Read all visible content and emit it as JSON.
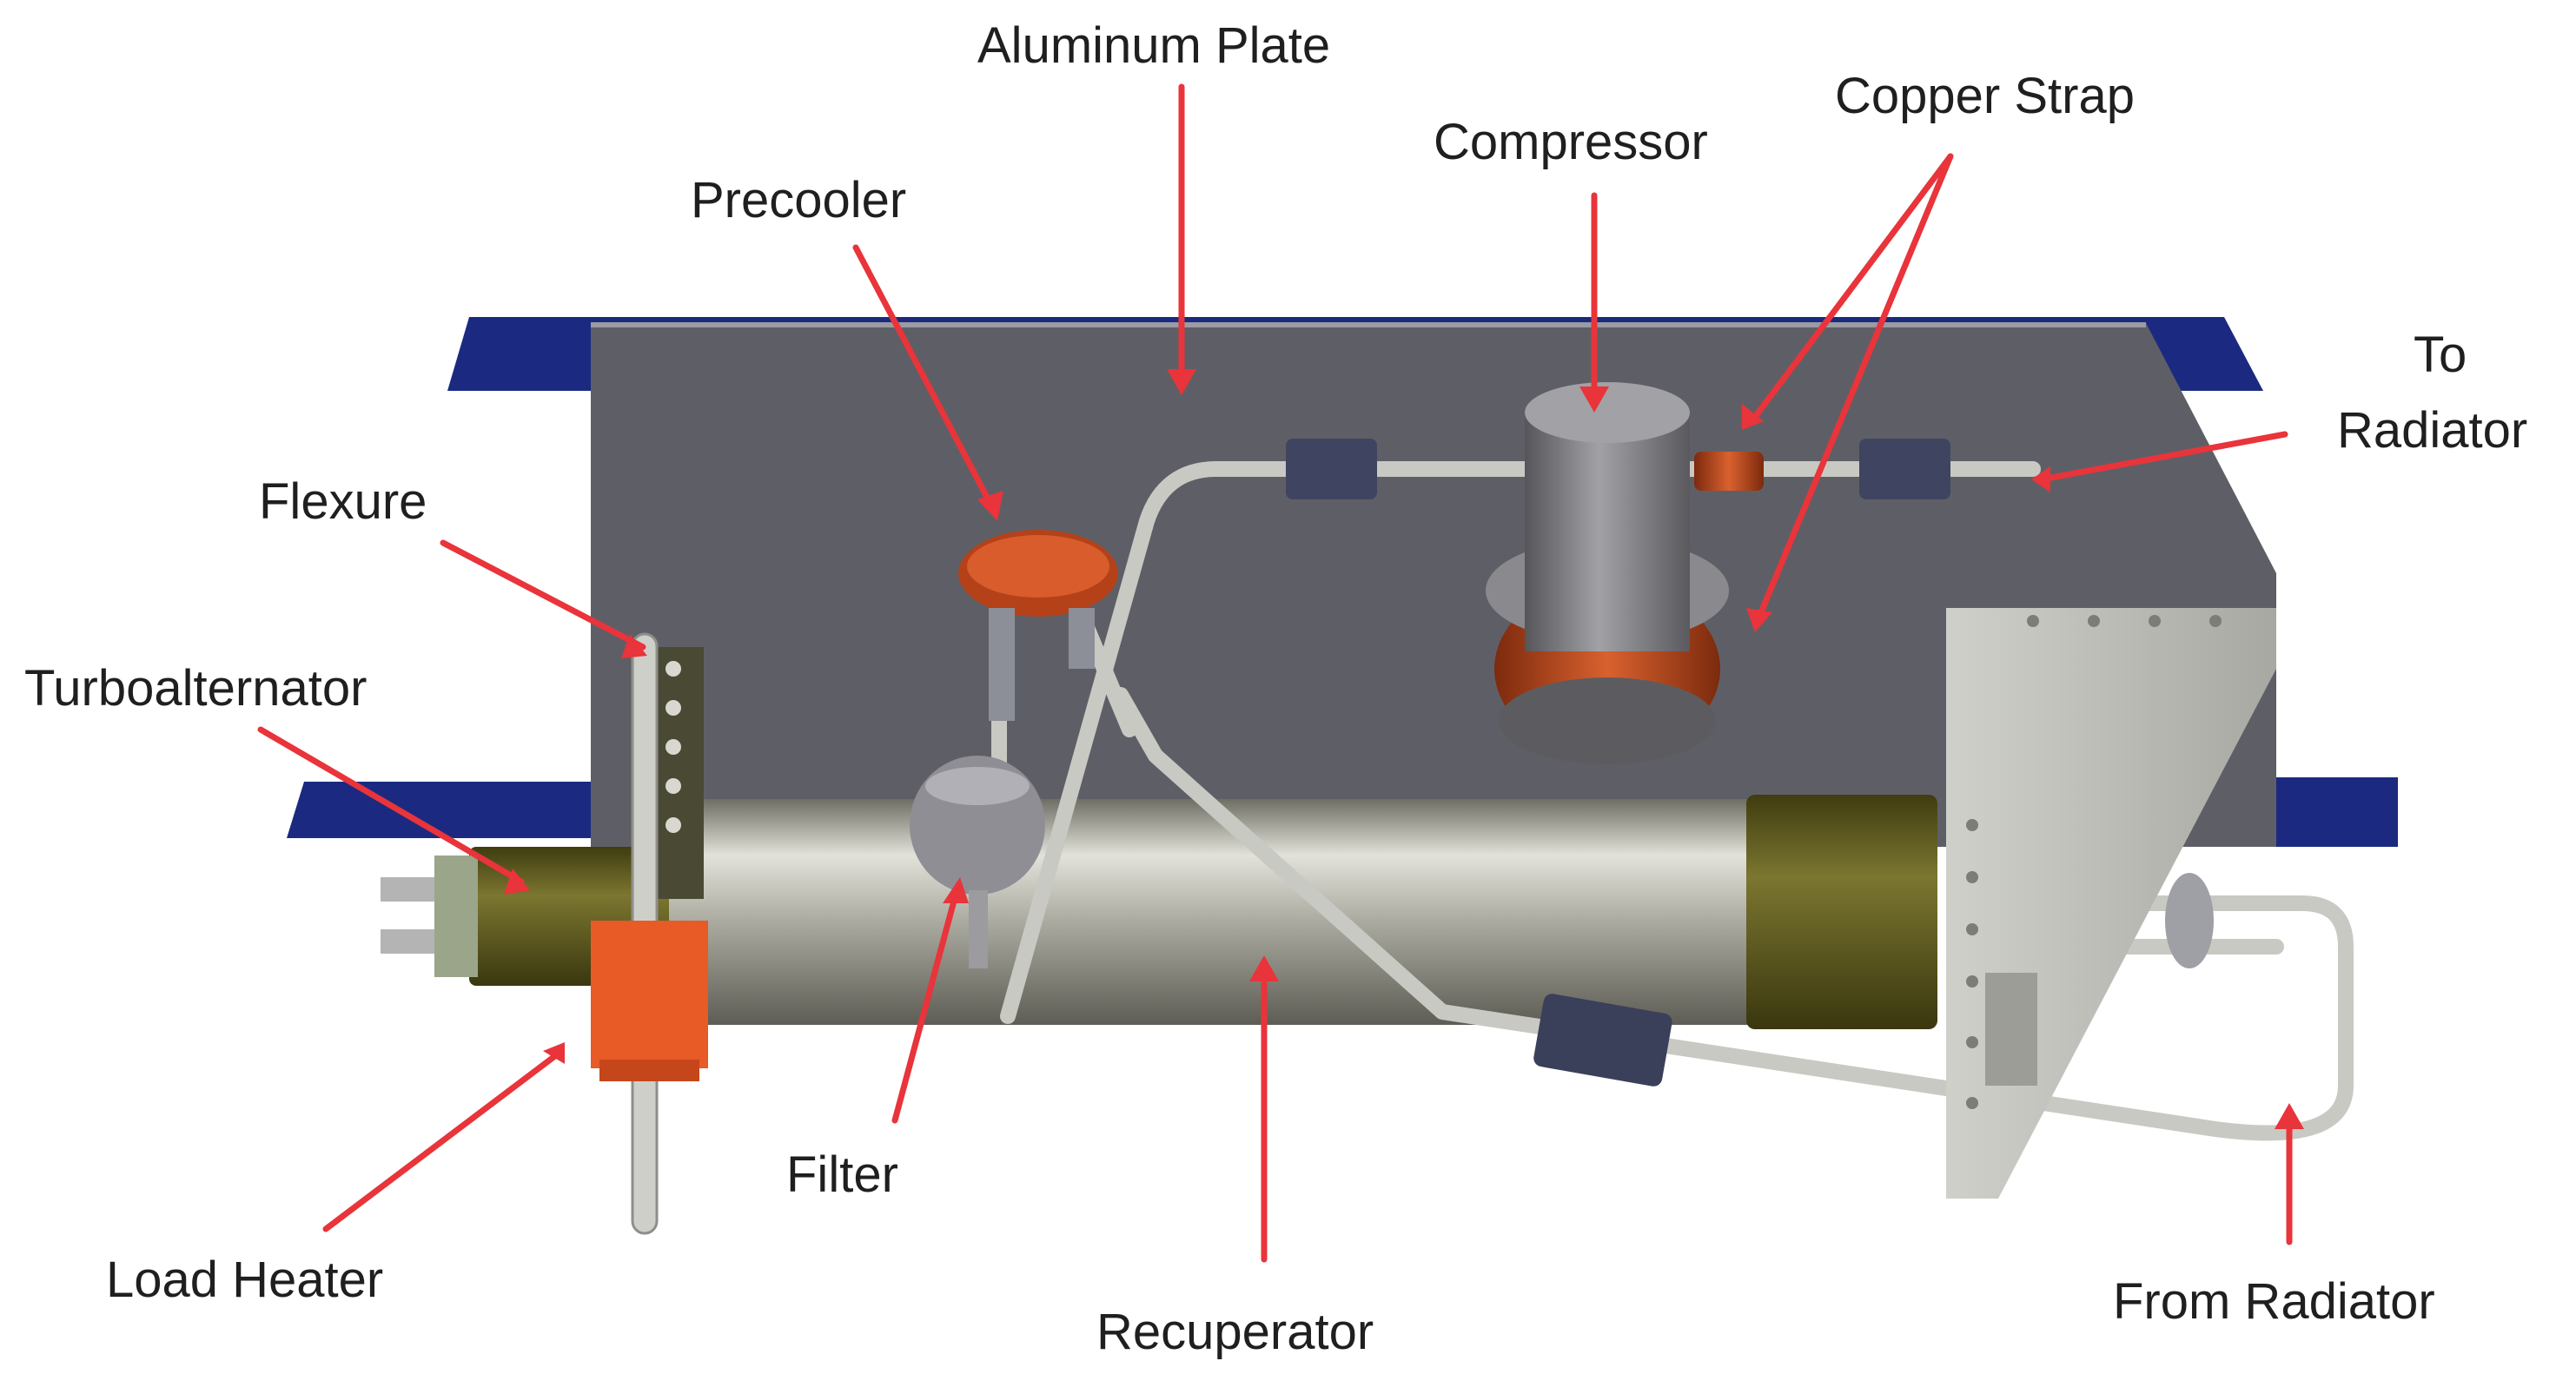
{
  "labels": {
    "aluminum_plate": "Aluminum Plate",
    "copper_strap": "Copper Strap",
    "compressor": "Compressor",
    "precooler": "Precooler",
    "to_radiator_line1": "To",
    "to_radiator_line2": "Radiator",
    "flexure": "Flexure",
    "turboalternator": "Turboalternator",
    "filter": "Filter",
    "load_heater": "Load Heater",
    "recuperator": "Recuperator",
    "from_radiator": "From Radiator"
  },
  "colors": {
    "arrow": "#e8343a",
    "plate": "#5e5f66",
    "blue_rail": "#1b2a80",
    "copper": "#c2461c",
    "olive": "#5e5a1c",
    "steel": "#b8b8b0",
    "orange_heater": "#e85a26"
  }
}
